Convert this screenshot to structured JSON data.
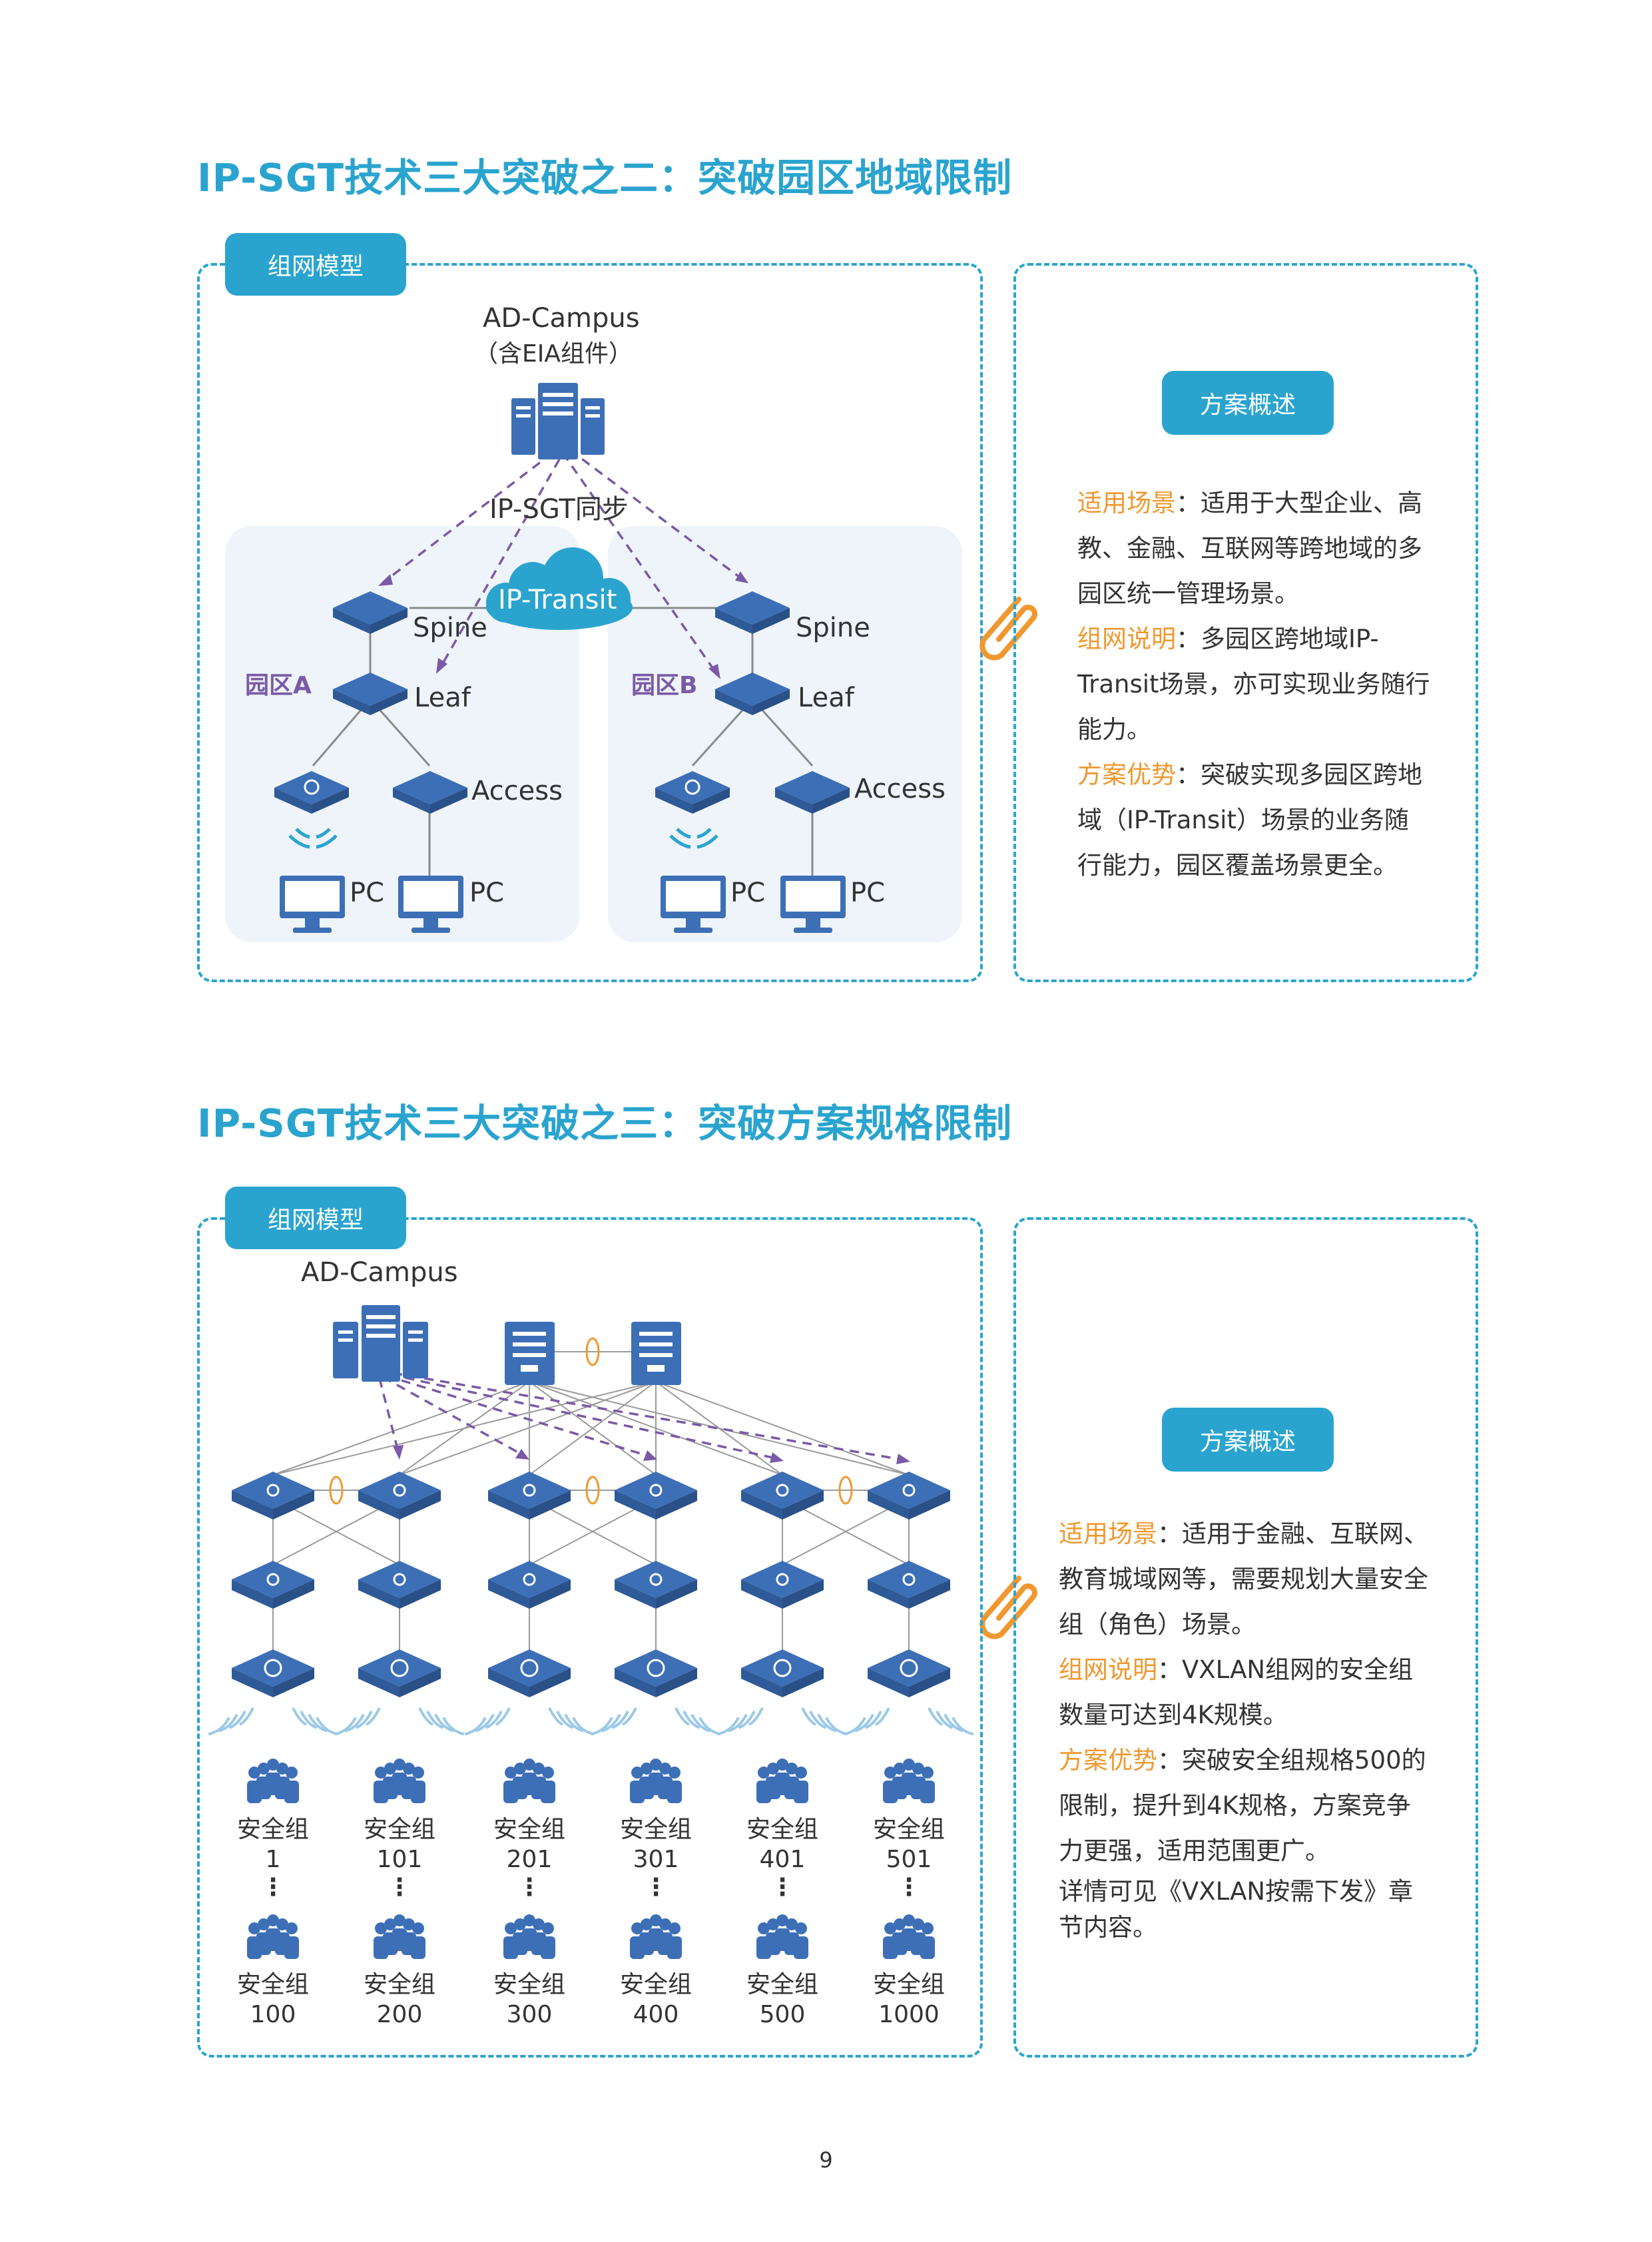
{
  "section1": {
    "title": "IP-SGT技术三大突破之二：突破园区地域限制",
    "tag": "组网模型",
    "controller": "AD-Campus",
    "controller_sub": "（含EIA组件）",
    "sync_label": "IP-SGT同步",
    "transit": "IP-Transit",
    "campus_a": "园区A",
    "campus_b": "园区B",
    "spine": "Spine",
    "leaf": "Leaf",
    "access": "Access",
    "pc": "PC",
    "panel": {
      "tag": "方案概述",
      "scene_label": "适用场景",
      "scene_text": "：适用于大型企业、高教、金融、互联网等跨地域的多园区统一管理场景。",
      "net_label": "组网说明",
      "net_text": "：多园区跨地域IP-Transit场景，亦可实现业务随行能力。",
      "adv_label": "方案优势",
      "adv_text": "：突破实现多园区跨地域（IP-Transit）场景的业务随行能力，园区覆盖场景更全。"
    }
  },
  "section2": {
    "title": "IP-SGT技术三大突破之三：突破方案规格限制",
    "tag": "组网模型",
    "controller": "AD-Campus",
    "groups": [
      {
        "top": "安全组",
        "top_num": "1",
        "dots": "⋮",
        "bot": "安全组",
        "bot_num": "100"
      },
      {
        "top": "安全组",
        "top_num": "101",
        "dots": "⋮",
        "bot": "安全组",
        "bot_num": "200"
      },
      {
        "top": "安全组",
        "top_num": "201",
        "dots": "⋮",
        "bot": "安全组",
        "bot_num": "300"
      },
      {
        "top": "安全组",
        "top_num": "301",
        "dots": "⋮",
        "bot": "安全组",
        "bot_num": "400"
      },
      {
        "top": "安全组",
        "top_num": "401",
        "dots": "⋮",
        "bot": "安全组",
        "bot_num": "500"
      },
      {
        "top": "安全组",
        "top_num": "501",
        "dots": "⋮",
        "bot": "安全组",
        "bot_num": "1000"
      }
    ],
    "panel": {
      "tag": "方案概述",
      "scene_label": "适用场景",
      "scene_text": "：适用于金融、互联网、教育城域网等，需要规划大量安全组（角色）场景。",
      "net_label": "组网说明",
      "net_text": "：VXLAN组网的安全组数量可达到4K规模。",
      "adv_label": "方案优势",
      "adv_text": "：突破安全组规格500的限制，提升到4K规格，方案竞争力更强，适用范围更广。",
      "more": "详情可见《VXLAN按需下发》章节内容。"
    }
  },
  "page_number": "9",
  "colors": {
    "accent": "#2aa4cf",
    "orange": "#f0982f",
    "device": "#3d6fb6",
    "purple": "#7a5aa6"
  }
}
